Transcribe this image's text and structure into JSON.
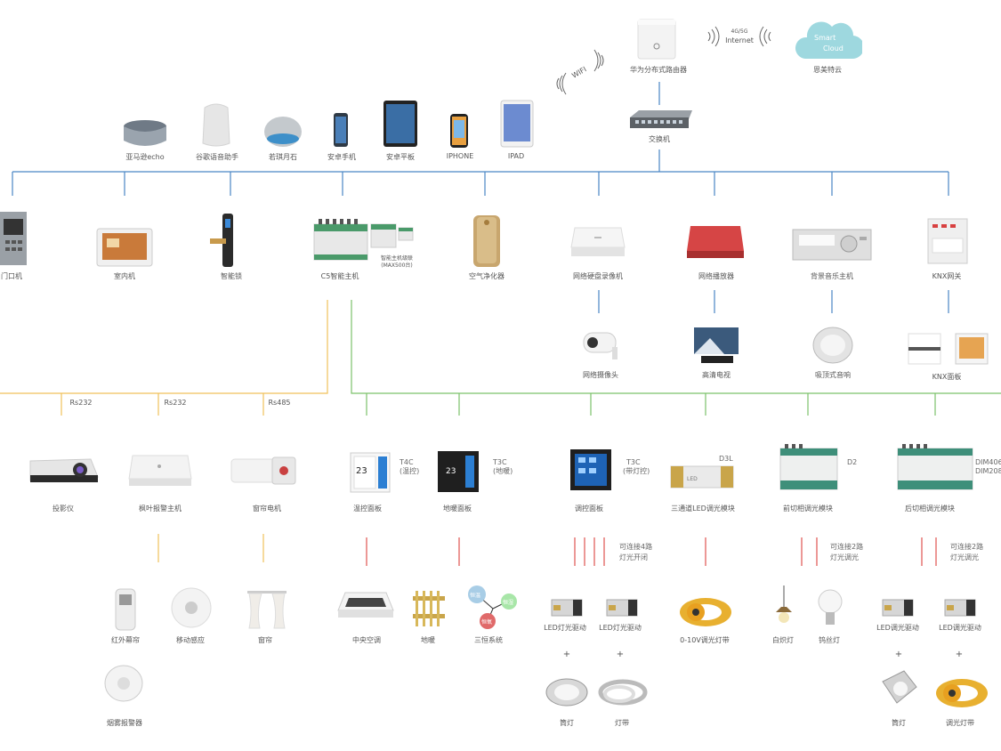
{
  "top": {
    "router": "华为分布式路由器",
    "wifi": "WIFI",
    "net_small": "4G/5G",
    "net": "Internet",
    "cloud_line1": "Smart",
    "cloud_line2": "Cloud",
    "cloud_label": "恩美特云",
    "switch": "交换机"
  },
  "clients": [
    "亚马逊echo",
    "谷歌语音助手",
    "若琪月石",
    "安卓手机",
    "安卓平板",
    "IPHONE",
    "IPAD"
  ],
  "row1": {
    "door": "门口机",
    "indoor": "室内机",
    "lock": "智能锁",
    "c5": "C5智能主机",
    "c5_ext_1": "智能主机级联",
    "c5_ext_2": "(MAX500台)",
    "air": "空气净化器",
    "nvr": "网络硬盘录像机",
    "player": "网络播放器",
    "music": "背景音乐主机",
    "knx": "KNX网关"
  },
  "row2": {
    "camera": "网络摄像头",
    "tv": "高清电视",
    "speaker": "吸顶式音响",
    "knx_panel": "KNX面板"
  },
  "buses": [
    "Rs232",
    "Rs232",
    "Rs485"
  ],
  "row3": {
    "projector": "投影仪",
    "alarm": "枫叶报警主机",
    "curtain_motor": "窗帘电机",
    "thermo": "温控面板",
    "thermo_tag_1": "T4C",
    "thermo_tag_2": "(温控)",
    "floor": "地暖面板",
    "floor_tag_1": "T3C",
    "floor_tag_2": "(地暖)",
    "light_panel": "调控面板",
    "light_tag_1": "T3C",
    "light_tag_2": "(带灯控)",
    "led3": "三通道LED调光模块",
    "led3_tag": "D3L",
    "front_dim": "前切相调光模块",
    "front_tag": "D2",
    "back_dim": "后切相调光模块",
    "back_tag_1": "DIM406",
    "back_tag_2": "DIM208"
  },
  "notes": {
    "four_1": "可连接4路",
    "four_2": "灯光开闭",
    "two_a_1": "可连接2路",
    "two_a_2": "灯光调光",
    "two_b_1": "可连接2路",
    "two_b_2": "灯光调光"
  },
  "row4": {
    "ir": "红外幕帘",
    "motion": "移动感应",
    "curtain": "窗帘",
    "ac": "中央空调",
    "heating": "地暖",
    "hengs": "三恒系统",
    "hengs_1": "恒温",
    "hengs_2": "恒湿",
    "hengs_3": "恒氧",
    "led_driver": "LED灯光驱动",
    "dim_band": "0-10V调光灯带",
    "incand": "白炽灯",
    "tungsten": "钨丝灯",
    "led_dim": "LED调光驱动"
  },
  "row5": {
    "smoke": "烟雾报警器",
    "downlight": "筒灯",
    "strip": "灯带",
    "dim_strip": "调光灯带",
    "plus": "+"
  },
  "colors": {
    "net": "#4a86c5",
    "yellow": "#f0c15a",
    "green": "#7cc26b",
    "red": "#e0534f"
  }
}
